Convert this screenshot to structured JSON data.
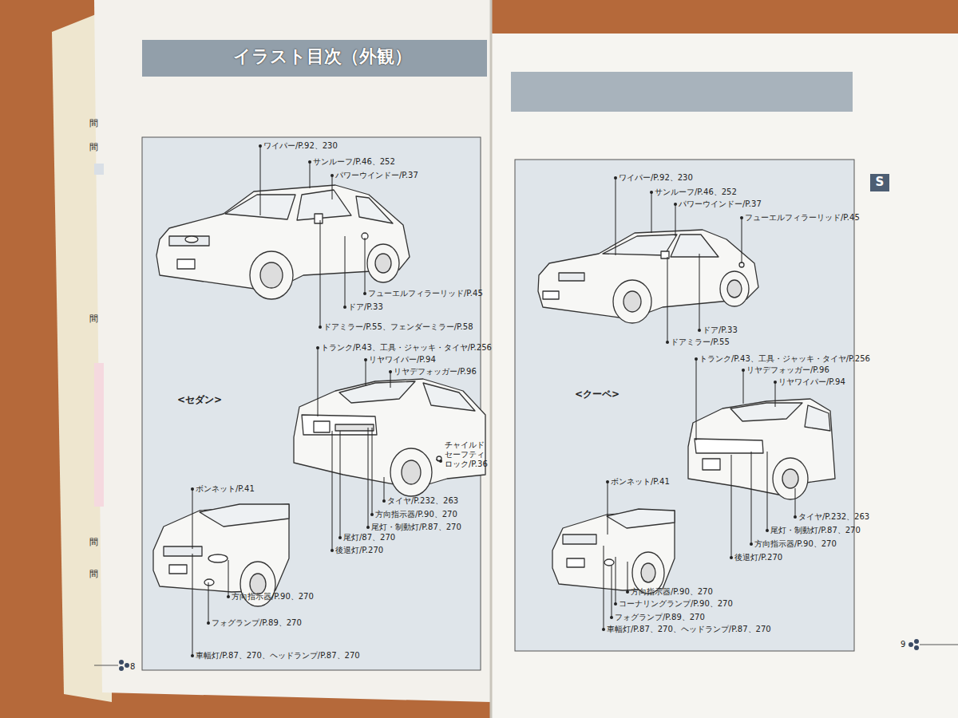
{
  "diagram": {
    "title": "イラスト目次（外観）",
    "nodes": [
      {
        "text": [
          "S"
        ]
      }
    ],
    "labels": [
      "間",
      "間",
      "間",
      "間",
      "間",
      "ワイパー/P.92、230",
      "サンルーフ/P.46、252",
      "パワーウインドー/P.37",
      "フューエルフィラーリッド/P.45",
      "ドア/P.33",
      "ドアミラー/P.55、フェンダーミラー/P.58",
      "トランク/P.43、工具・ジャッキ・タイヤ/P.256",
      "リヤワイパー/P.94",
      "リヤデフォッガー/P.96",
      "<セダン>",
      "チャイルド セーフティ ロック/P.36",
      "ボンネット/P.41",
      "タイヤ/P.232、263",
      "方向指示器/P.90、270",
      "尾灯・制動灯/P.87、270",
      "尾灯/87、270",
      "後退灯/P.270",
      "方向指示器/P.90、270",
      "フォグランプ/P.89、270",
      "車幅灯/P.87、270、ヘッドランプ/P.87、270",
      "8",
      "ワイパー/P.92、230",
      "サンルーフ/P.46、252",
      "パワーウインドー/P.37",
      "フューエルフィラーリッド/P.45",
      "ドア/P.33",
      "ドアミラー/P.55",
      "トランク/P.43、工具・ジャッキ・タイヤ/P.256",
      "リヤデフォッガー/P.96",
      "リヤワイパー/P.94",
      "<クーペ>",
      "ボンネット/P.41",
      "タイヤ/P.232、263",
      "尾灯・制動灯/P.87、270",
      "方向指示器/P.90、270",
      "後退灯/P.270",
      "方向指示器/P.90、270",
      "コーナリングランプ/P.90、270",
      "フォグランプ/P.89、270",
      "車幅灯/P.87、270、ヘッドランプ/P.87、270",
      "9"
    ]
  }
}
